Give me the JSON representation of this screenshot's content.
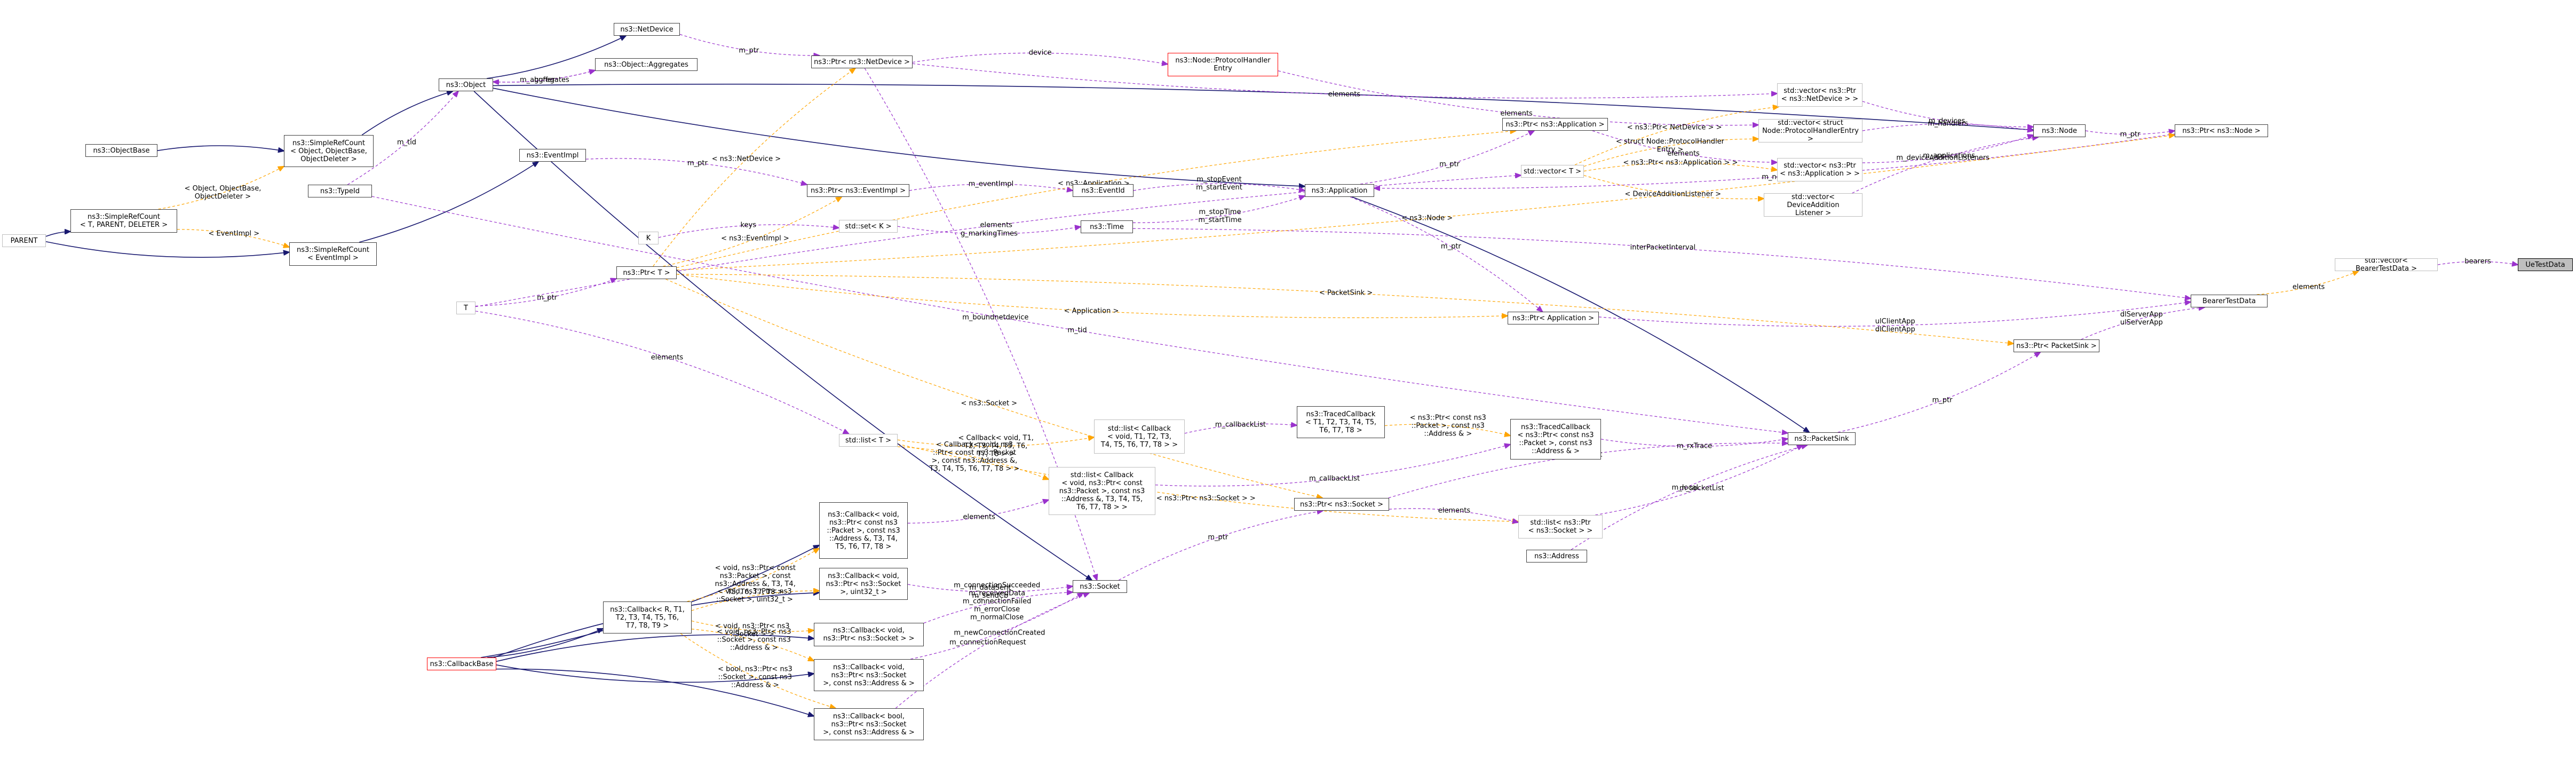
{
  "colors": {
    "inherit": "#191970",
    "usage": "#9a32cd",
    "template": "#ffa500"
  },
  "nodes": [
    {
      "id": "UeTestData",
      "text": "UeTestData",
      "style": "focus"
    },
    {
      "id": "vector_BearerTestData",
      "text": "std::vector< BearerTestData >",
      "style": "gray"
    },
    {
      "id": "BearerTestData",
      "text": "BearerTestData",
      "style": "normal"
    },
    {
      "id": "Ptr_PacketSink",
      "text": "ns3::Ptr< PacketSink >",
      "style": "normal"
    },
    {
      "id": "PacketSink",
      "text": "ns3::PacketSink",
      "style": "normal"
    },
    {
      "id": "Ptr_Application2",
      "text": "ns3::Ptr< Application >",
      "style": "normal"
    },
    {
      "id": "Ptr_Node",
      "text": "ns3::Ptr< ns3::Node >",
      "style": "normal"
    },
    {
      "id": "Node",
      "text": "ns3::Node",
      "style": "normal"
    },
    {
      "id": "vector_Ptr_NetDevice",
      "text": "std::vector< ns3::Ptr\n< ns3::NetDevice > >",
      "style": "gray"
    },
    {
      "id": "vector_ProtocolHandlerEntry",
      "text": "std::vector< struct\nNode::ProtocolHandlerEntry >",
      "style": "gray"
    },
    {
      "id": "vector_Ptr_Application",
      "text": "std::vector< ns3::Ptr\n< ns3::Application > >",
      "style": "gray"
    },
    {
      "id": "vector_DeviceAdditionListener",
      "text": "std::vector< DeviceAddition\nListener >",
      "style": "gray"
    },
    {
      "id": "vector_T",
      "text": "std::vector< T >",
      "style": "gray"
    },
    {
      "id": "Ptr_Application_ns3",
      "text": "ns3::Ptr< ns3::Application >",
      "style": "normal"
    },
    {
      "id": "Application",
      "text": "ns3::Application",
      "style": "normal"
    },
    {
      "id": "EventId",
      "text": "ns3::EventId",
      "style": "normal"
    },
    {
      "id": "Time",
      "text": "ns3::Time",
      "style": "normal"
    },
    {
      "id": "ProtocolHandlerEntry",
      "text": "ns3::Node::ProtocolHandler\nEntry",
      "style": "red"
    },
    {
      "id": "Ptr_NetDevice",
      "text": "ns3::Ptr< ns3::NetDevice >",
      "style": "normal"
    },
    {
      "id": "NetDevice",
      "text": "ns3::NetDevice",
      "style": "normal"
    },
    {
      "id": "Aggregates",
      "text": "ns3::Object::Aggregates",
      "style": "normal"
    },
    {
      "id": "Object",
      "text": "ns3::Object",
      "style": "normal"
    },
    {
      "id": "ObjectBase",
      "text": "ns3::ObjectBase",
      "style": "normal"
    },
    {
      "id": "SimpleRefCount_Object",
      "text": "ns3::SimpleRefCount\n< Object, ObjectBase,\nObjectDeleter >",
      "style": "normal"
    },
    {
      "id": "SimpleRefCount_Template",
      "text": "ns3::SimpleRefCount\n< T, PARENT, DELETER >",
      "style": "normal"
    },
    {
      "id": "PARENT",
      "text": "PARENT",
      "style": "gray"
    },
    {
      "id": "TypeId",
      "text": "ns3::TypeId",
      "style": "normal"
    },
    {
      "id": "SimpleRefCount_EventImpl",
      "text": "ns3::SimpleRefCount\n< EventImpl >",
      "style": "normal"
    },
    {
      "id": "EventImpl",
      "text": "ns3::EventImpl",
      "style": "normal"
    },
    {
      "id": "Ptr_EventImpl",
      "text": "ns3::Ptr< ns3::EventImpl >",
      "style": "normal"
    },
    {
      "id": "set_K",
      "text": "std::set< K >",
      "style": "gray"
    },
    {
      "id": "K",
      "text": "K",
      "style": "gray"
    },
    {
      "id": "Ptr_T",
      "text": "ns3::Ptr< T >",
      "style": "normal"
    },
    {
      "id": "T",
      "text": "T",
      "style": "gray"
    },
    {
      "id": "list_T",
      "text": "std::list< T >",
      "style": "gray"
    },
    {
      "id": "list_Callback_generic",
      "text": "std::list< Callback\n< void, T1, T2, T3,\nT4, T5, T6, T7, T8 > >",
      "style": "gray"
    },
    {
      "id": "list_Callback_packet",
      "text": "std::list< Callback\n< void, ns3::Ptr< const\nns3::Packet >, const ns3\n::Address &, T3, T4, T5,\nT6, T7, T8 > >",
      "style": "gray"
    },
    {
      "id": "TracedCallback_generic",
      "text": "ns3::TracedCallback\n< T1, T2, T3, T4, T5,\nT6, T7, T8 >",
      "style": "normal"
    },
    {
      "id": "TracedCallback_packet",
      "text": "ns3::TracedCallback\n< ns3::Ptr< const ns3\n::Packet >, const ns3\n::Address & >",
      "style": "normal"
    },
    {
      "id": "Ptr_Socket",
      "text": "ns3::Ptr< ns3::Socket >",
      "style": "normal"
    },
    {
      "id": "list_Ptr_Socket",
      "text": "std::list< ns3::Ptr\n< ns3::Socket > >",
      "style": "gray"
    },
    {
      "id": "Address",
      "text": "ns3::Address",
      "style": "normal"
    },
    {
      "id": "Socket",
      "text": "ns3::Socket",
      "style": "normal"
    },
    {
      "id": "Callback_packet",
      "text": "ns3::Callback< void,\nns3::Ptr< const ns3\n::Packet >, const ns3\n::Address &, T3, T4,\nT5, T6, T7, T8 >",
      "style": "normal"
    },
    {
      "id": "Callback_socket_uint",
      "text": "ns3::Callback< void,\nns3::Ptr< ns3::Socket\n>, uint32_t >",
      "style": "normal"
    },
    {
      "id": "Callback_generic",
      "text": "ns3::Callback< R, T1,\nT2, T3, T4, T5, T6,\nT7, T8, T9 >",
      "style": "normal"
    },
    {
      "id": "CallbackBase",
      "text": "ns3::CallbackBase",
      "style": "red"
    },
    {
      "id": "Callback_socket",
      "text": "ns3::Callback< void,\nns3::Ptr< ns3::Socket > >",
      "style": "normal"
    },
    {
      "id": "Callback_socket_addr",
      "text": "ns3::Callback< void,\nns3::Ptr< ns3::Socket\n>, const ns3::Address & >",
      "style": "normal"
    },
    {
      "id": "Callback_bool",
      "text": "ns3::Callback< bool,\nns3::Ptr< ns3::Socket\n>, const ns3::Address & >",
      "style": "normal"
    }
  ],
  "edges": [
    {
      "from": "vector_BearerTestData",
      "to": "UeTestData",
      "kind": "usage",
      "label": "bearers"
    },
    {
      "from": "BearerTestData",
      "to": "vector_BearerTestData",
      "kind": "template",
      "label": "elements"
    },
    {
      "from": "Ptr_PacketSink",
      "to": "BearerTestData",
      "kind": "usage",
      "label": "dlServerApp\nulServerApp"
    },
    {
      "from": "Ptr_Application2",
      "to": "BearerTestData",
      "kind": "usage",
      "label": "ulClientApp\ndlClientApp"
    },
    {
      "from": "Time",
      "to": "BearerTestData",
      "kind": "usage",
      "label": "interPacketInterval"
    },
    {
      "from": "PacketSink",
      "to": "Ptr_PacketSink",
      "kind": "usage",
      "label": "m_ptr"
    },
    {
      "from": "Application",
      "to": "PacketSink",
      "kind": "inherit",
      "label": ""
    },
    {
      "from": "list_Ptr_Socket",
      "to": "PacketSink",
      "kind": "usage",
      "label": "m_socketList"
    },
    {
      "from": "Ptr_Socket",
      "to": "PacketSink",
      "kind": "usage",
      "label": "m_socket"
    },
    {
      "from": "TracedCallback_packet",
      "to": "PacketSink",
      "kind": "usage",
      "label": "m_rxTrace"
    },
    {
      "from": "Address",
      "to": "PacketSink",
      "kind": "usage",
      "label": "m_local"
    },
    {
      "from": "TypeId",
      "to": "PacketSink",
      "kind": "usage",
      "label": "m_tid"
    },
    {
      "from": "Application",
      "to": "Ptr_Application2",
      "kind": "usage",
      "label": "m_ptr"
    },
    {
      "from": "Ptr_T",
      "to": "Ptr_Application2",
      "kind": "template",
      "label": "< Application >"
    },
    {
      "from": "Ptr_T",
      "to": "Ptr_PacketSink",
      "kind": "template",
      "label": "< PacketSink >"
    },
    {
      "from": "Node",
      "to": "Ptr_Node",
      "kind": "usage",
      "label": "m_ptr"
    },
    {
      "from": "Ptr_Node",
      "to": "Application",
      "kind": "usage",
      "label": "m_node"
    },
    {
      "from": "Ptr_T",
      "to": "Ptr_Node",
      "kind": "template",
      "label": "< ns3::Node >"
    },
    {
      "from": "Object",
      "to": "Node",
      "kind": "inherit",
      "label": ""
    },
    {
      "from": "vector_Ptr_NetDevice",
      "to": "Node",
      "kind": "usage",
      "label": "m_devices"
    },
    {
      "from": "vector_ProtocolHandlerEntry",
      "to": "Node",
      "kind": "usage",
      "label": "m_handlers"
    },
    {
      "from": "vector_Ptr_Application",
      "to": "Node",
      "kind": "usage",
      "label": "m_applications"
    },
    {
      "from": "vector_DeviceAdditionListener",
      "to": "Node",
      "kind": "usage",
      "label": "m_deviceAdditionListeners"
    },
    {
      "from": "Ptr_NetDevice",
      "to": "vector_Ptr_NetDevice",
      "kind": "usage",
      "label": "elements"
    },
    {
      "from": "vector_T",
      "to": "vector_Ptr_NetDevice",
      "kind": "template",
      "label": "< ns3::Ptr< NetDevice > >"
    },
    {
      "from": "ProtocolHandlerEntry",
      "to": "vector_ProtocolHandlerEntry",
      "kind": "usage",
      "label": "elements"
    },
    {
      "from": "vector_T",
      "to": "vector_ProtocolHandlerEntry",
      "kind": "template",
      "label": "< struct Node::ProtocolHandler\nEntry >"
    },
    {
      "from": "Ptr_Application_ns3",
      "to": "vector_Ptr_Application",
      "kind": "usage",
      "label": "elements"
    },
    {
      "from": "vector_T",
      "to": "vector_Ptr_Application",
      "kind": "template",
      "label": "< ns3::Ptr< ns3::Application > >"
    },
    {
      "from": "vector_T",
      "to": "vector_DeviceAdditionListener",
      "kind": "template",
      "label": "< DeviceAdditionListener >"
    },
    {
      "from": "T",
      "to": "vector_T",
      "kind": "usage",
      "label": "elements"
    },
    {
      "from": "Application",
      "to": "Ptr_Application_ns3",
      "kind": "usage",
      "label": "m_ptr"
    },
    {
      "from": "Ptr_T",
      "to": "Ptr_Application_ns3",
      "kind": "template",
      "label": "< ns3::Application >"
    },
    {
      "from": "Object",
      "to": "Application",
      "kind": "inherit",
      "label": ""
    },
    {
      "from": "EventId",
      "to": "Application",
      "kind": "usage",
      "label": "m_stopEvent\nm_startEvent"
    },
    {
      "from": "Time",
      "to": "Application",
      "kind": "usage",
      "label": "m_stopTime\nm_startTime"
    },
    {
      "from": "Ptr_EventImpl",
      "to": "EventId",
      "kind": "usage",
      "label": "m_eventImpl"
    },
    {
      "from": "set_K",
      "to": "Time",
      "kind": "usage",
      "label": "g_markingTimes"
    },
    {
      "from": "Ptr_NetDevice",
      "to": "ProtocolHandlerEntry",
      "kind": "usage",
      "label": "device"
    },
    {
      "from": "NetDevice",
      "to": "Ptr_NetDevice",
      "kind": "usage",
      "label": "m_ptr"
    },
    {
      "from": "Ptr_T",
      "to": "Ptr_NetDevice",
      "kind": "template",
      "label": "< ns3::NetDevice >"
    },
    {
      "from": "Object",
      "to": "NetDevice",
      "kind": "inherit",
      "label": ""
    },
    {
      "from": "Aggregates",
      "to": "Object",
      "kind": "usage",
      "label": "m_aggregates"
    },
    {
      "from": "Object",
      "to": "Aggregates",
      "kind": "usage",
      "label": "buffer"
    },
    {
      "from": "SimpleRefCount_Object",
      "to": "Object",
      "kind": "inherit",
      "label": ""
    },
    {
      "from": "TypeId",
      "to": "Object",
      "kind": "usage",
      "label": "m_tid"
    },
    {
      "from": "ObjectBase",
      "to": "SimpleRefCount_Object",
      "kind": "inherit",
      "label": ""
    },
    {
      "from": "SimpleRefCount_Template",
      "to": "SimpleRefCount_Object",
      "kind": "template",
      "label": "< Object, ObjectBase,\nObjectDeleter >"
    },
    {
      "from": "PARENT",
      "to": "SimpleRefCount_Template",
      "kind": "inherit",
      "label": ""
    },
    {
      "from": "PARENT",
      "to": "SimpleRefCount_EventImpl",
      "kind": "inherit",
      "label": ""
    },
    {
      "from": "SimpleRefCount_Template",
      "to": "SimpleRefCount_EventImpl",
      "kind": "template",
      "label": "< EventImpl >"
    },
    {
      "from": "SimpleRefCount_EventImpl",
      "to": "EventImpl",
      "kind": "inherit",
      "label": ""
    },
    {
      "from": "EventImpl",
      "to": "Ptr_EventImpl",
      "kind": "usage",
      "label": "m_ptr"
    },
    {
      "from": "Ptr_T",
      "to": "Ptr_EventImpl",
      "kind": "template",
      "label": "< ns3::EventImpl >"
    },
    {
      "from": "K",
      "to": "set_K",
      "kind": "usage",
      "label": "keys"
    },
    {
      "from": "T",
      "to": "Ptr_T",
      "kind": "usage",
      "label": "m_ptr"
    },
    {
      "from": "T",
      "to": "list_T",
      "kind": "usage",
      "label": "elements"
    },
    {
      "from": "list_T",
      "to": "list_Callback_generic",
      "kind": "template",
      "label": "< Callback< void, T1,\nT2, T3, T4, T5, T6,\nT7, T8 > >"
    },
    {
      "from": "list_T",
      "to": "list_Callback_packet",
      "kind": "template",
      "label": "< Callback< void, ns3\n::Ptr< const ns3::Packet\n>, const ns3::Address &,\nT3, T4, T5, T6, T7, T8 > >"
    },
    {
      "from": "list_T",
      "to": "list_Ptr_Socket",
      "kind": "template",
      "label": "< ns3::Ptr< ns3::Socket > >"
    },
    {
      "from": "list_Callback_generic",
      "to": "TracedCallback_generic",
      "kind": "usage",
      "label": "m_callbackList"
    },
    {
      "from": "list_Callback_packet",
      "to": "TracedCallback_packet",
      "kind": "usage",
      "label": "m_callbackList"
    },
    {
      "from": "TracedCallback_generic",
      "to": "TracedCallback_packet",
      "kind": "template",
      "label": "< ns3::Ptr< const ns3\n::Packet >, const ns3\n::Address & >"
    },
    {
      "from": "Callback_packet",
      "to": "list_Callback_packet",
      "kind": "usage",
      "label": "elements"
    },
    {
      "from": "Socket",
      "to": "Ptr_Socket",
      "kind": "usage",
      "label": "m_ptr"
    },
    {
      "from": "Ptr_T",
      "to": "Ptr_Socket",
      "kind": "template",
      "label": "< ns3::Socket >"
    },
    {
      "from": "Ptr_Socket",
      "to": "list_Ptr_Socket",
      "kind": "usage",
      "label": "elements"
    },
    {
      "from": "Object",
      "to": "Socket",
      "kind": "inherit",
      "label": ""
    },
    {
      "from": "Ptr_NetDevice",
      "to": "Socket",
      "kind": "usage",
      "label": "m_boundnetdevice"
    },
    {
      "from": "Callback_socket_uint",
      "to": "Socket",
      "kind": "usage",
      "label": "m_dataSent\nm_sendCb"
    },
    {
      "from": "Callback_socket",
      "to": "Socket",
      "kind": "usage",
      "label": "m_connectionSucceeded\nm_receivedData\nm_connectionFailed\nm_errorClose\nm_normalClose"
    },
    {
      "from": "Callback_socket_addr",
      "to": "Socket",
      "kind": "usage",
      "label": "m_newConnectionCreated"
    },
    {
      "from": "Callback_bool",
      "to": "Socket",
      "kind": "usage",
      "label": "m_connectionRequest"
    },
    {
      "from": "CallbackBase",
      "to": "Callback_packet",
      "kind": "inherit",
      "label": ""
    },
    {
      "from": "CallbackBase",
      "to": "Callback_socket_uint",
      "kind": "inherit",
      "label": ""
    },
    {
      "from": "CallbackBase",
      "to": "Callback_generic",
      "kind": "inherit",
      "label": ""
    },
    {
      "from": "CallbackBase",
      "to": "Callback_socket",
      "kind": "inherit",
      "label": ""
    },
    {
      "from": "CallbackBase",
      "to": "Callback_socket_addr",
      "kind": "inherit",
      "label": ""
    },
    {
      "from": "CallbackBase",
      "to": "Callback_bool",
      "kind": "inherit",
      "label": ""
    },
    {
      "from": "Callback_generic",
      "to": "Callback_packet",
      "kind": "template",
      "label": "< void, ns3::Ptr< const\nns3::Packet >, const\nns3::Address &, T3, T4,\nT5, T6, T7, T8 >"
    },
    {
      "from": "Callback_generic",
      "to": "Callback_socket_uint",
      "kind": "template",
      "label": "< void, ns3::Ptr< ns3\n::Socket >, uint32_t >"
    },
    {
      "from": "Callback_generic",
      "to": "Callback_socket",
      "kind": "template",
      "label": "< void, ns3::Ptr< ns3\n::Socket > >"
    },
    {
      "from": "Callback_generic",
      "to": "Callback_socket_addr",
      "kind": "template",
      "label": "< void, ns3::Ptr< ns3\n::Socket >, const ns3\n::Address & >"
    },
    {
      "from": "Callback_generic",
      "to": "Callback_bool",
      "kind": "template",
      "label": "< bool, ns3::Ptr< ns3\n::Socket >, const ns3\n::Address & >"
    }
  ]
}
